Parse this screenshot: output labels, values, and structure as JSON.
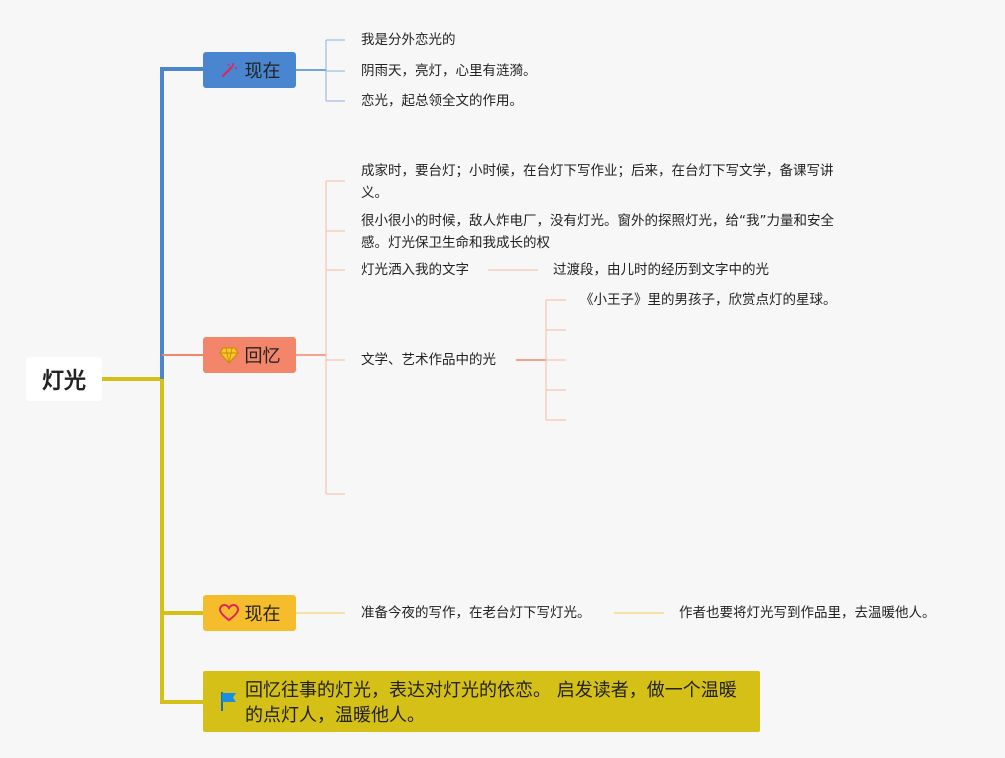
{
  "root": {
    "label": "灯光"
  },
  "branches": [
    {
      "label": "现在",
      "icon": "magic-wand-icon",
      "color": "#4a86d0",
      "items": [
        "我是分外恋光的",
        "阴雨天，亮灯，心里有涟漪。",
        "恋光，起总领全文的作用。"
      ]
    },
    {
      "label": "回忆",
      "icon": "diamond-icon",
      "color": "#f2856a",
      "items": [
        "成家时，要台灯；小时候，在台灯下写作业；后来，在台灯下写文学，备课写讲义。",
        "很小很小的时候，敌人炸电厂，没有灯光。窗外的探照灯光，给“我”力量和安全感。灯光保卫生命和我成长的权",
        "灯光洒入我的文字",
        "文学、艺术作品中的光"
      ],
      "sub_a": "过渡段，由儿时的经历到文字中的光",
      "sub_b": "《小王子》里的男孩子，欣赏点灯的星球。"
    },
    {
      "label": "现在",
      "icon": "heart-icon",
      "color": "#f5bd2c",
      "items": [
        "准备今夜的写作，在老台灯下写灯光。"
      ],
      "sub_a": "作者也要将灯光写到作品里，去温暖他人。"
    }
  ],
  "summary": {
    "text": "回忆往事的灯光，表达对灯光的依恋。 启发读者，做一个温暖的点灯人，温暖他人。",
    "icon": "flag-icon",
    "color": "#d4c017"
  }
}
